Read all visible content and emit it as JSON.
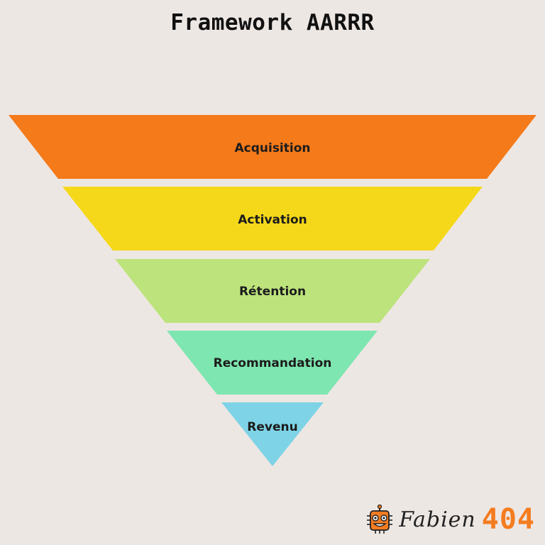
{
  "title": "Framework AARRR",
  "funnel": {
    "layers": [
      {
        "label": "Acquisition",
        "color": "#f47a1a"
      },
      {
        "label": "Activation",
        "color": "#f5d81a"
      },
      {
        "label": "Rétention",
        "color": "#bde37c"
      },
      {
        "label": "Recommandation",
        "color": "#7ee6b0"
      },
      {
        "label": "Revenu",
        "color": "#7fd3e6"
      }
    ]
  },
  "brand": {
    "script": "Fabien",
    "number": "404",
    "accent_color": "#f47c20",
    "logo_icon": "robot-icon"
  }
}
